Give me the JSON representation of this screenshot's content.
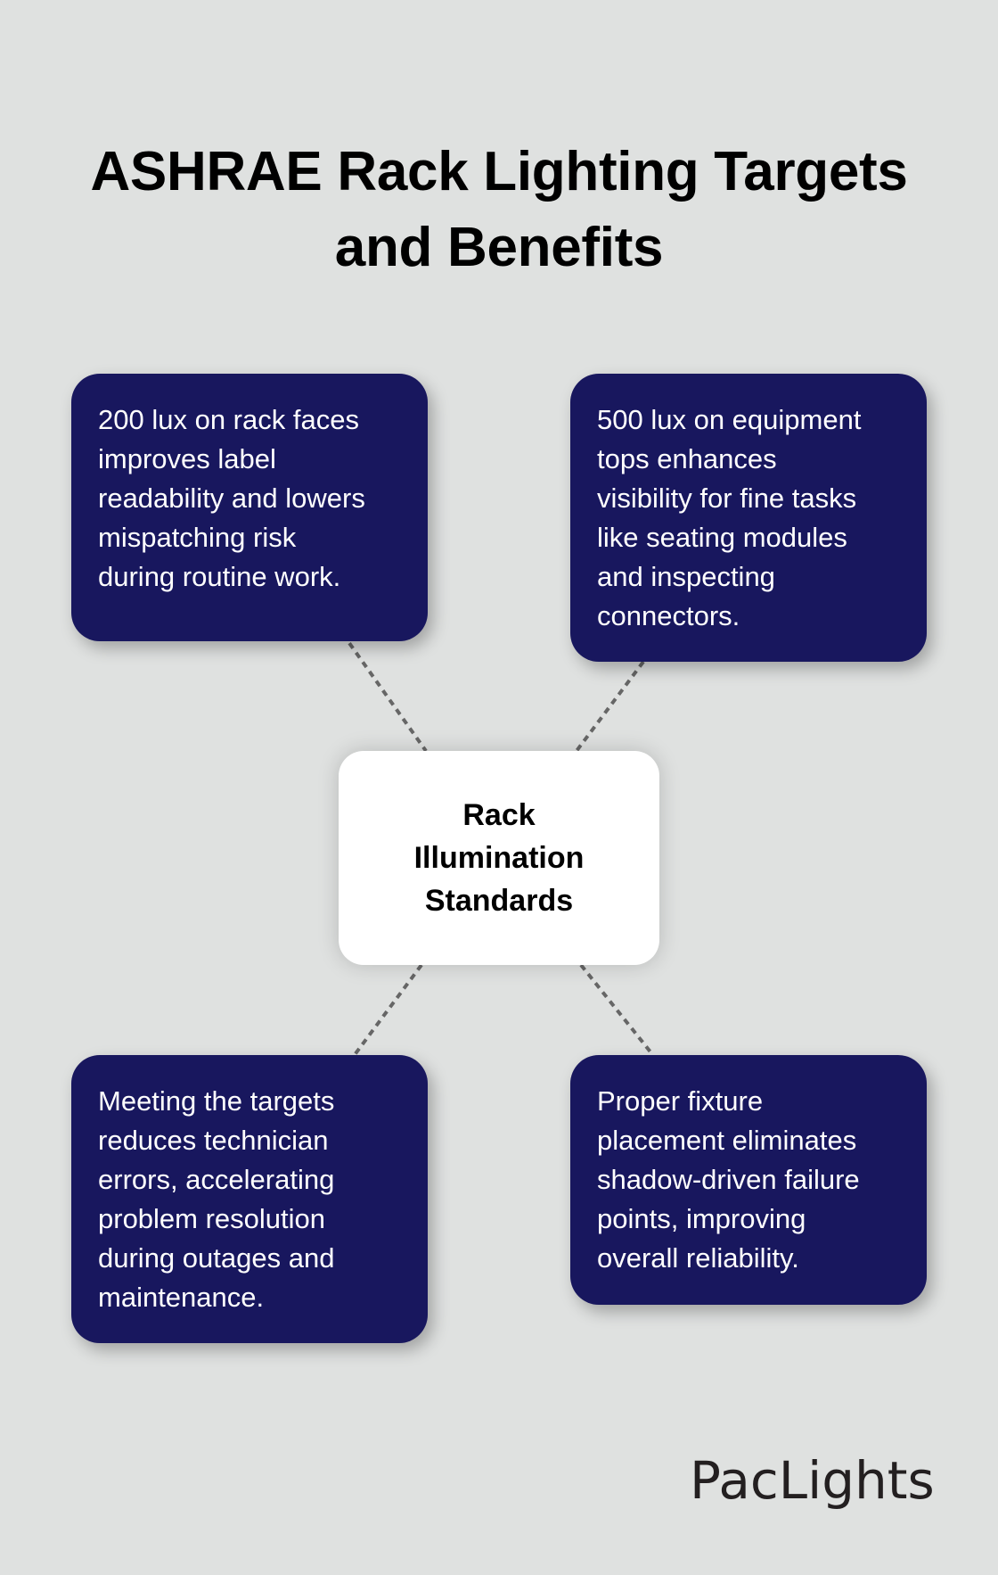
{
  "title": {
    "lines": [
      "ASHRAE Rack Lighting Targets",
      "and Benefits"
    ]
  },
  "center_node": {
    "lines": [
      "Rack",
      "Illumination",
      "Standards"
    ]
  },
  "cards": [
    {
      "position": "top-left",
      "lines": [
        "200 lux on rack faces",
        "improves label",
        "readability and lowers",
        "mispatching risk",
        "during routine work."
      ]
    },
    {
      "position": "top-right",
      "lines": [
        "500 lux on equipment",
        "tops enhances",
        "visibility for fine tasks",
        "like seating modules",
        "and inspecting",
        "connectors."
      ]
    },
    {
      "position": "bottom-left",
      "lines": [
        "Meeting the targets",
        "reduces technician",
        "errors, accelerating",
        "problem resolution",
        "during outages and",
        "maintenance."
      ]
    },
    {
      "position": "bottom-right",
      "lines": [
        "Proper fixture",
        "placement eliminates",
        "shadow-driven failure",
        "points, improving",
        "overall reliability."
      ]
    }
  ],
  "logo": {
    "text": "PacLights"
  },
  "colors": {
    "background": "#dfe1e0",
    "card_fill": "#18175e",
    "card_text": "#ffffff",
    "center_fill": "#ffffff",
    "connector": "#666666",
    "logo": "#231f20"
  }
}
